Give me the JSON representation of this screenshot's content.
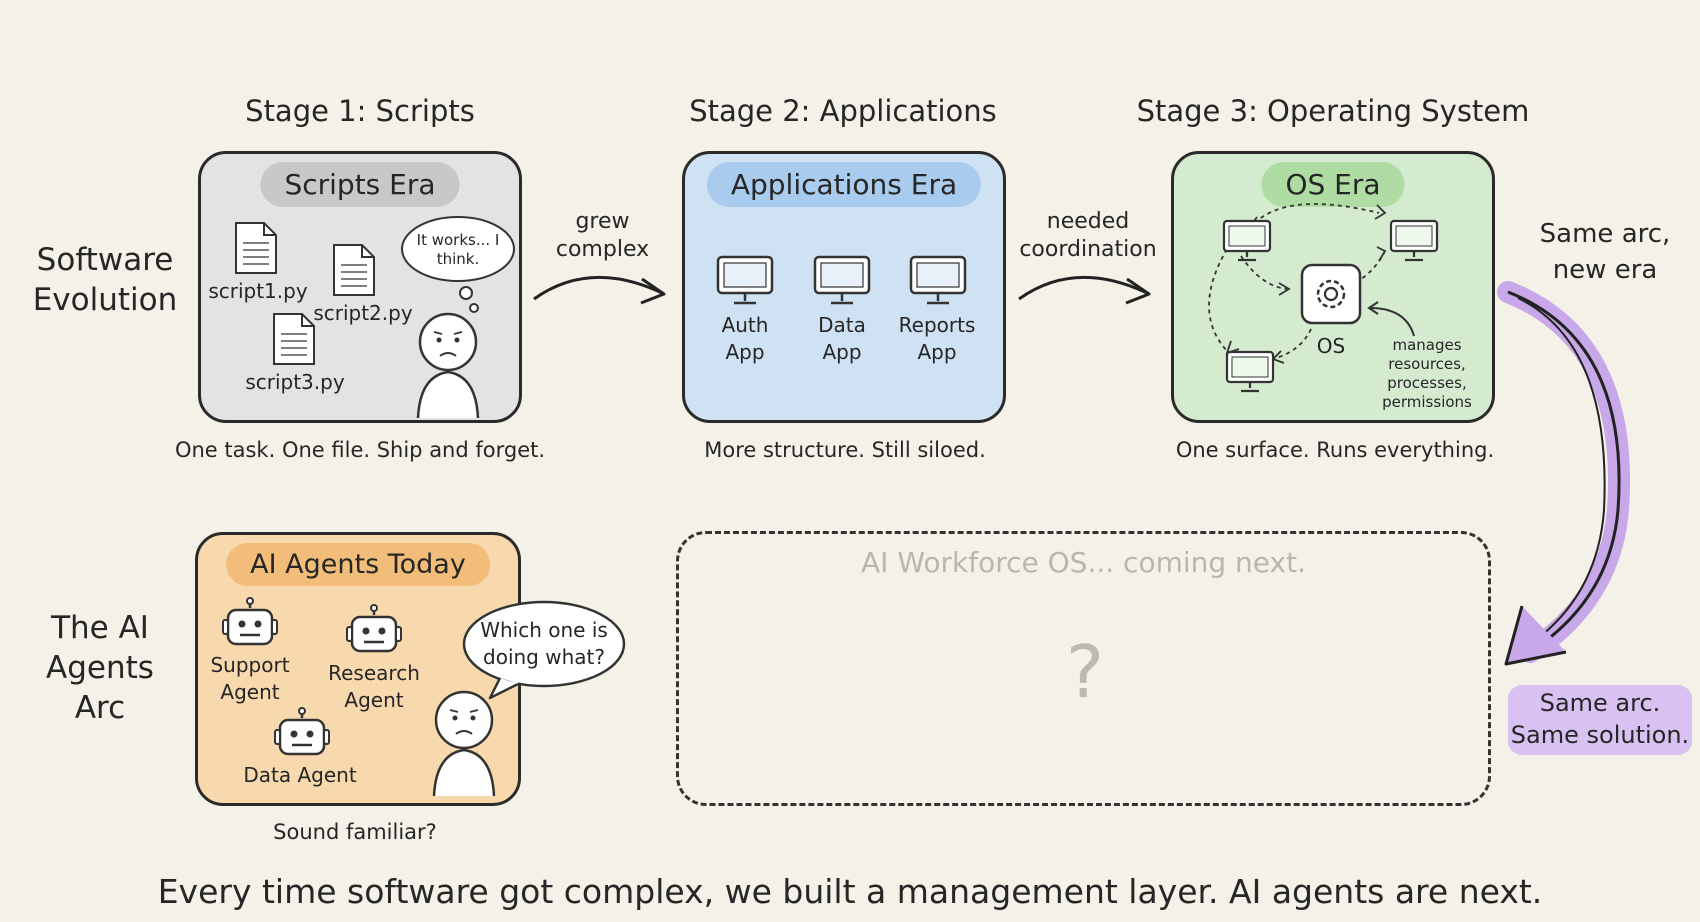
{
  "stages": {
    "s1": {
      "title": "Stage 1: Scripts",
      "pill": "Scripts Era",
      "caption": "One task. One file. Ship and forget."
    },
    "s2": {
      "title": "Stage 2: Applications",
      "pill": "Applications Era",
      "caption": "More structure. Still siloed."
    },
    "s3": {
      "title": "Stage 3: Operating System",
      "pill": "OS Era",
      "caption": "One surface. Runs everything."
    }
  },
  "labels": {
    "software_evolution": "Software Evolution",
    "ai_agents_arc": "The AI Agents Arc",
    "same_arc_new_era": "Same arc, new era",
    "same_arc_same_solution_1": "Same arc.",
    "same_arc_same_solution_2": "Same solution."
  },
  "scripts": {
    "files": [
      "script1.py",
      "script2.py",
      "script3.py"
    ],
    "thought": "It works... I think."
  },
  "arrows": {
    "a1": "grew complex",
    "a2": "needed coordination"
  },
  "apps": {
    "auth": "Auth App",
    "data": "Data App",
    "reports": "Reports App"
  },
  "os": {
    "label": "OS",
    "note": "manages resources, processes, permissions"
  },
  "agents": {
    "pill": "AI Agents Today",
    "support": "Support Agent",
    "research": "Research Agent",
    "data": "Data Agent",
    "speech": "Which one is doing what?",
    "caption": "Sound familiar?"
  },
  "future": {
    "title": "AI Workforce OS... coming next.",
    "mark": "?"
  },
  "footer": "Every time software got complex, we built a management layer. AI agents are next.",
  "colors": {
    "scripts_fill": "#e3e3e3",
    "apps_fill": "#cfe2f3",
    "os_fill": "#d4ebd0",
    "agents_fill": "#f7d9ad",
    "purple": "#c9a8ea"
  }
}
